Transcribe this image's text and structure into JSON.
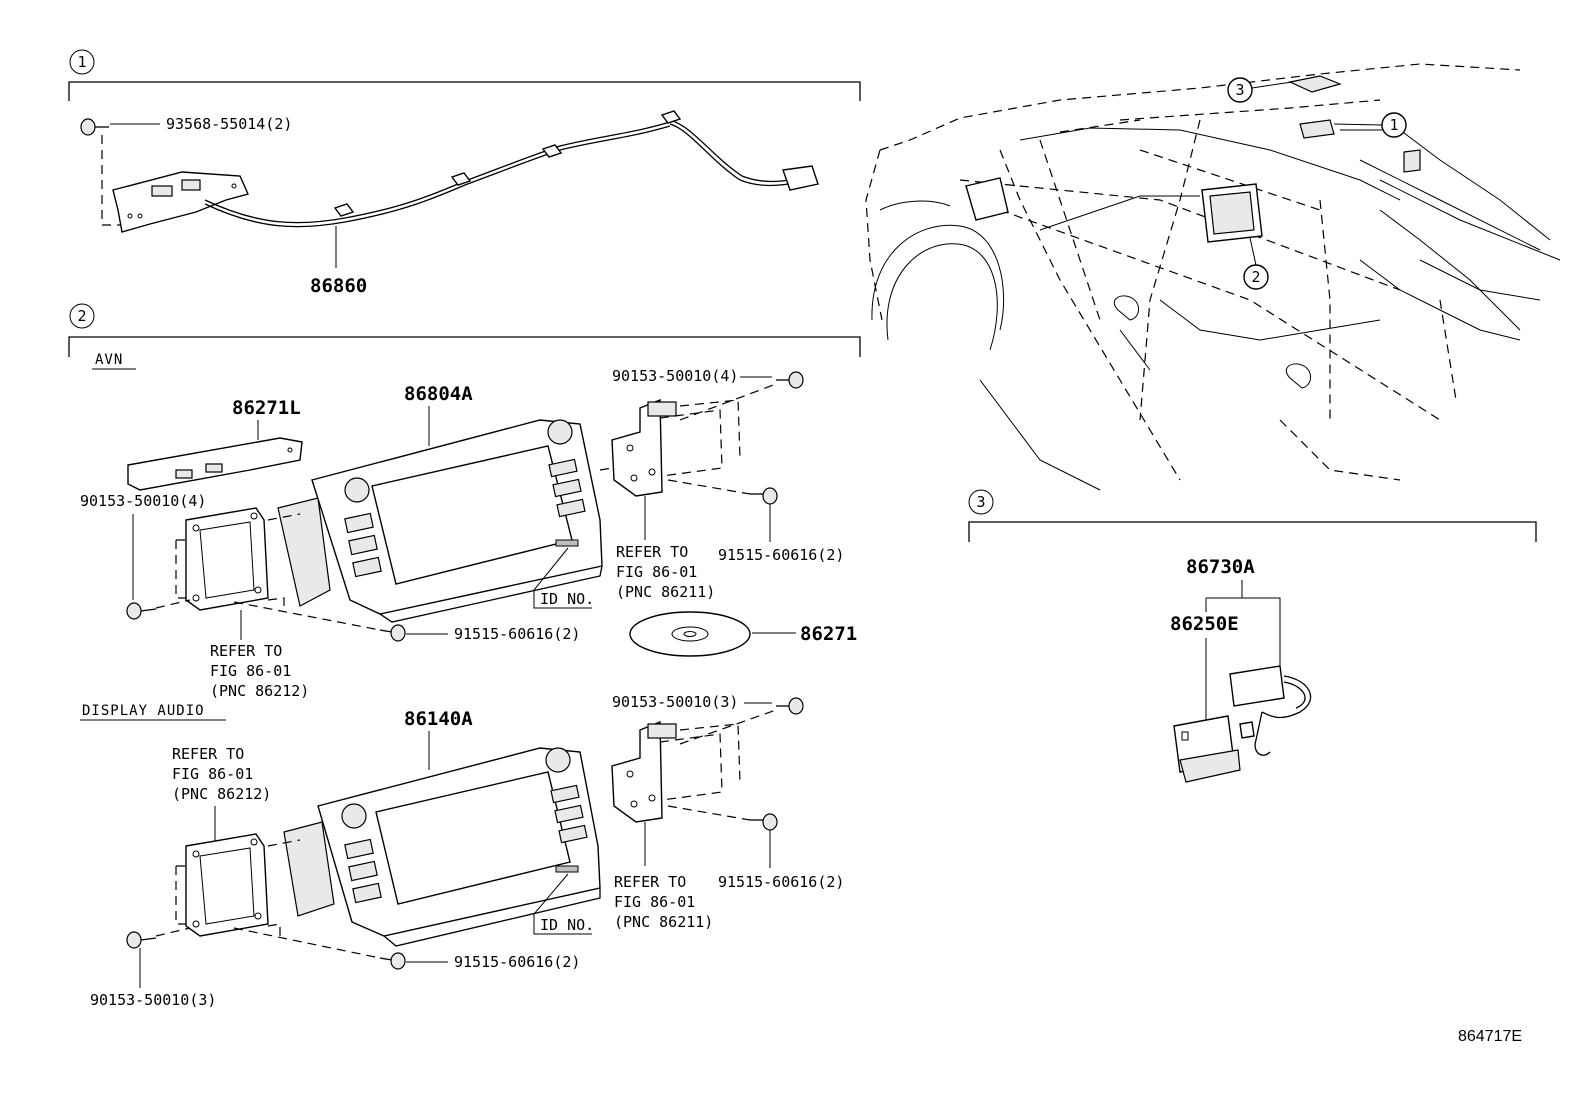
{
  "sections": [
    {
      "marker": "1"
    },
    {
      "marker": "2"
    },
    {
      "marker": "3"
    }
  ],
  "headers": {
    "avn": "AVN",
    "display_audio": "DISPLAY AUDIO"
  },
  "section1": {
    "screw": "93568-55014(2)",
    "harness": "86860"
  },
  "avn": {
    "bracket_upper": "86271L",
    "unit": "86804A",
    "screw_top_right": "90153-50010(4)",
    "screw_left": "90153-50010(4)",
    "screw_right": "91515-60616(2)",
    "screw_bottom": "91515-60616(2)",
    "id_no": "ID NO.",
    "disc": "86271",
    "refer_right": [
      "REFER TO",
      "FIG 86-01",
      "(PNC 86211)"
    ],
    "refer_left": [
      "REFER TO",
      "FIG 86-01",
      "(PNC 86212)"
    ]
  },
  "display_audio": {
    "unit": "86140A",
    "screw_top_right": "90153-50010(3)",
    "screw_right": "91515-60616(2)",
    "screw_bottom": "91515-60616(2)",
    "screw_left": "90153-50010(3)",
    "id_no": "ID NO.",
    "refer_left": [
      "REFER TO",
      "FIG 86-01",
      "(PNC 86212)"
    ],
    "refer_right": [
      "REFER TO",
      "FIG 86-01",
      "(PNC 86211)"
    ]
  },
  "section3": {
    "assembly": "86730A",
    "module": "86250E"
  },
  "vehicle_callouts": [
    "3",
    "1",
    "2"
  ],
  "figure_id": "864717E"
}
